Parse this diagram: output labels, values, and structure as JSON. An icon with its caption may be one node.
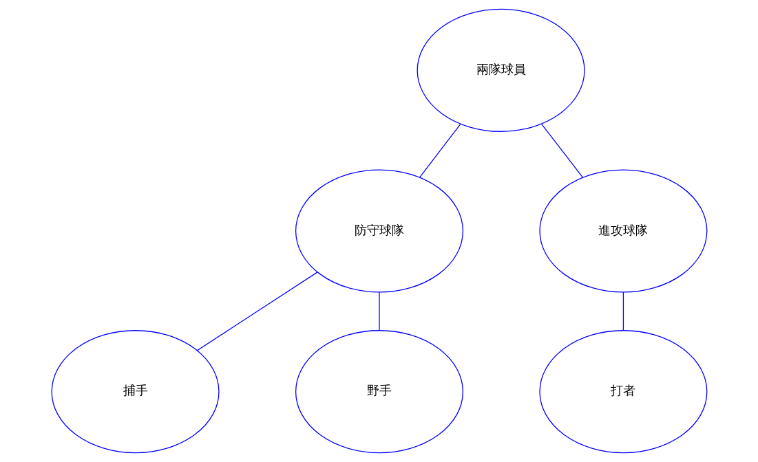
{
  "diagram": {
    "nodes": [
      {
        "text": [
          "兩隊球員"
        ]
      },
      {
        "text": [
          "防守球隊"
        ]
      },
      {
        "text": [
          "進攻球隊"
        ]
      },
      {
        "text": [
          "捕手"
        ]
      },
      {
        "text": [
          "野手"
        ]
      },
      {
        "text": [
          "打者"
        ]
      }
    ],
    "edges": [
      {
        "from": 0,
        "to": 1,
        "arrow": "none"
      },
      {
        "from": 0,
        "to": 2,
        "arrow": "none"
      },
      {
        "from": 1,
        "to": 3,
        "arrow": "none"
      },
      {
        "from": 1,
        "to": 4,
        "arrow": "none"
      },
      {
        "from": 2,
        "to": 5,
        "arrow": "none"
      }
    ]
  }
}
